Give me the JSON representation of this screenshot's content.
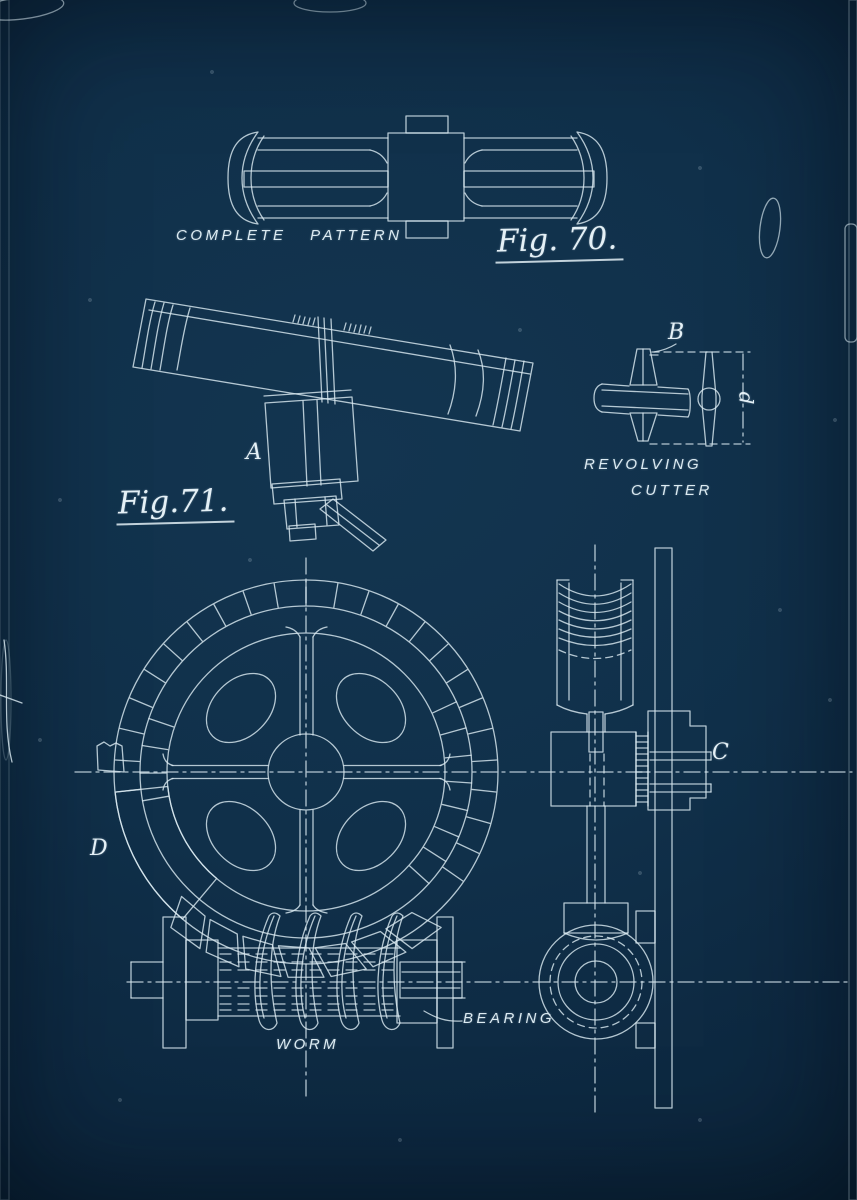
{
  "colors": {
    "background": "#0e2b41",
    "ink": "#d9e9f0"
  },
  "figure70": {
    "caption": "COMPLETE  PATTERN",
    "label": "Fig. 70."
  },
  "figure71": {
    "label": "Fig.71.",
    "part_a": "A"
  },
  "revolving_cutter": {
    "part_b": "B",
    "dimension": "d",
    "caption_line1": "REVOLVING",
    "caption_line2": "CUTTER"
  },
  "worm_gear": {
    "part_d": "D",
    "part_c": "C",
    "worm_caption": "WORM",
    "bearing_caption": "BEARING"
  }
}
